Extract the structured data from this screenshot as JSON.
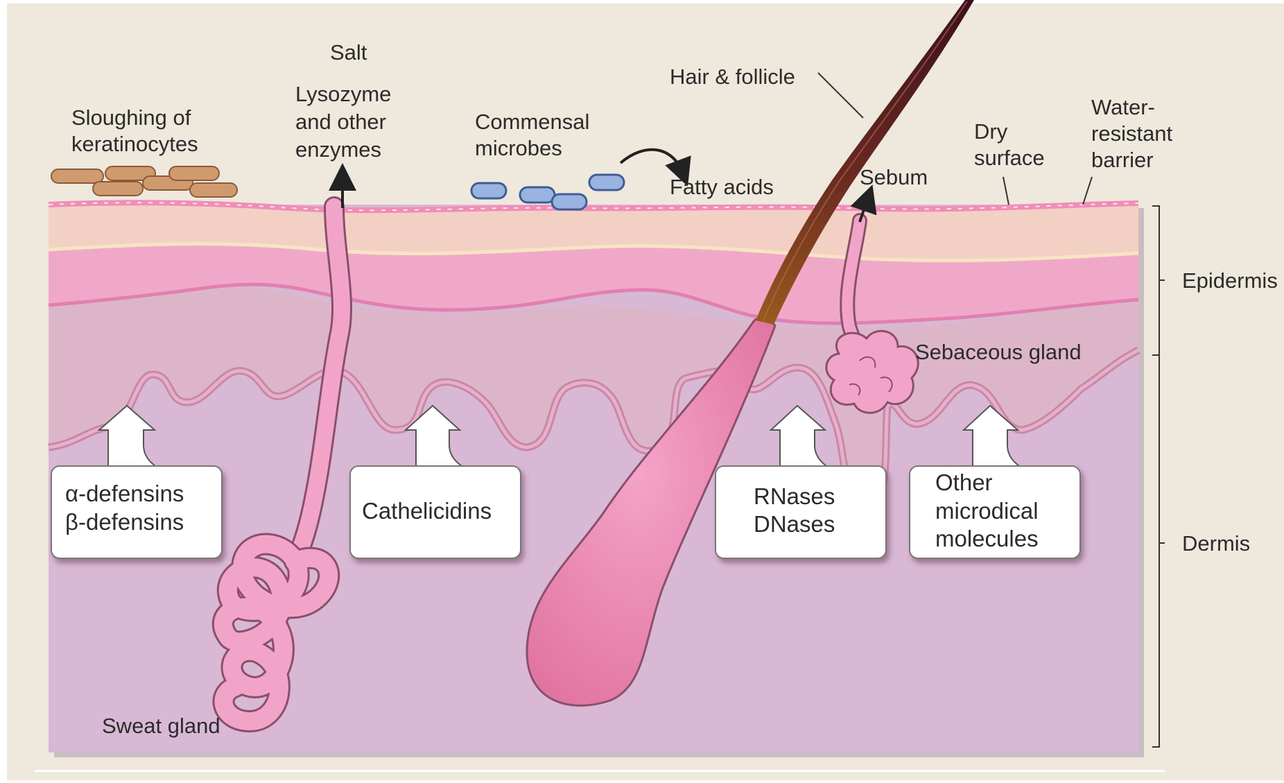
{
  "labels": {
    "salt": "Salt",
    "lysozyme": [
      "Lysozyme",
      "and other",
      "enzymes"
    ],
    "sloughing": [
      "Sloughing of",
      "keratinocytes"
    ],
    "commensal": [
      "Commensal",
      "microbes"
    ],
    "fatty_acids": "Fatty acids",
    "hair": "Hair & follicle",
    "sebum": "Sebum",
    "dry_surface": [
      "Dry",
      "surface"
    ],
    "water_barrier": [
      "Water-",
      "resistant",
      "barrier"
    ],
    "epidermis": "Epidermis",
    "dermis": "Dermis",
    "sebaceous_gland": "Sebaceous gland",
    "sweat_gland": "Sweat gland"
  },
  "boxes": {
    "defensins": [
      "α-defensins",
      "β-defensins"
    ],
    "cathelicidins": [
      "Cathelicidins"
    ],
    "nucleases": [
      "RNases",
      "DNases"
    ],
    "other": [
      "Other",
      "microdical",
      "molecules"
    ]
  },
  "colors": {
    "background": "#eee8dd",
    "surface_layer": "#f3d0c4",
    "epidermis_pink": "#f0a8c8",
    "upper_dermis": "#dcb6c8",
    "dermis": "#d8b8d4",
    "gland_pink": "#f2a4c8",
    "outline": "#8a4f6a",
    "microbe": "#9ab4e2",
    "keratinocyte": "#cf9a6e",
    "hair_dark": "#4a1626",
    "hair_brown": "#8a4a1c"
  }
}
